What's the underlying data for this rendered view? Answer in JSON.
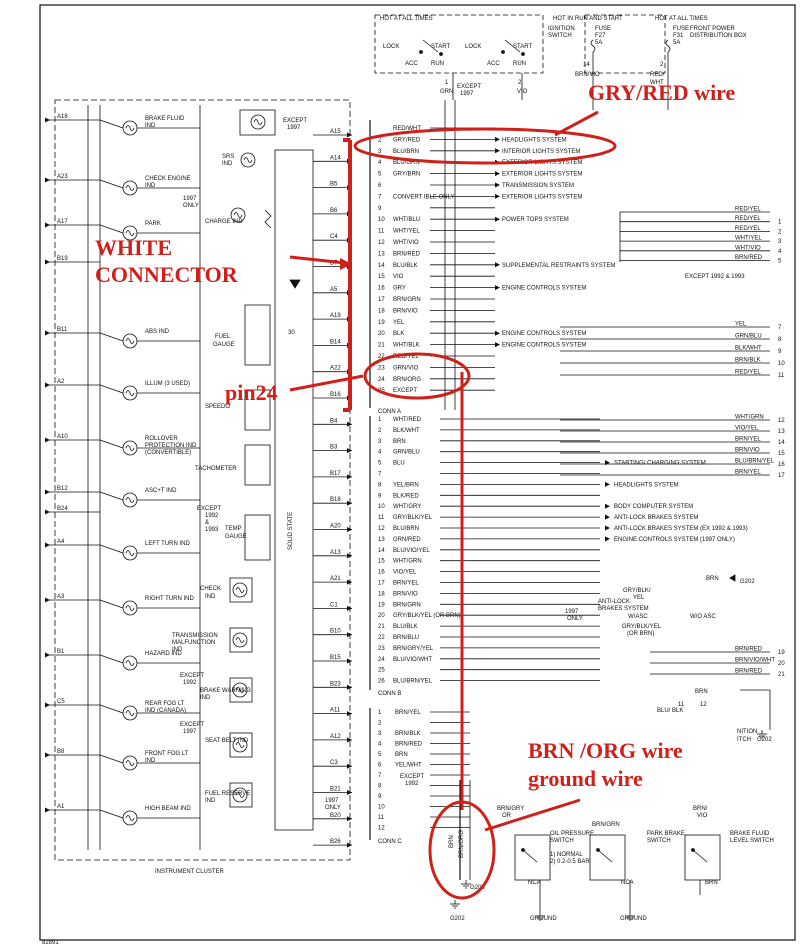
{
  "annotations": {
    "gry_red": "GRY/RED wire",
    "white_connector_1": "WHITE",
    "white_connector_2": "CONNECTOR",
    "pin24": "pin24",
    "brn_org": "BRN /ORG wire",
    "ground": "ground wire"
  },
  "top": {
    "hot_all_times_1": "HOT AT ALL TIMES",
    "hot_run_start": "HOT IN RUN AND START",
    "hot_all_times_2": "HOT AT ALL TIMES",
    "ignition_switch": "IGNITION SWITCH",
    "front_power_dist": "FRONT POWER DISTRIBUTION BOX",
    "fuse_f27": "FUSE F27 5A",
    "fuse_f31": "FUSE F31 5A",
    "lock": "LOCK",
    "start": "START",
    "acc": "ACC",
    "run": "RUN",
    "grn": "GRN",
    "vio": "VIO",
    "brn_vio": "BRN/VIO",
    "red_wht_top": "RED/WHT",
    "except_1997_top": "EXCEPT 1997",
    "pin1": "1",
    "pin2": "2",
    "pin14": "14",
    "pin2b": "2"
  },
  "left_indicators": [
    {
      "pin": "A18",
      "label": "BRAKE FLUID IND"
    },
    {
      "pin": "A23",
      "label": "CHECK ENGINE IND"
    },
    {
      "pin": "A17",
      "label": "PARK"
    },
    {
      "pin": "B19",
      "label": ""
    },
    {
      "pin": "B11",
      "label": "ABS IND"
    },
    {
      "pin": "A2",
      "label": "ILLUM (3 USED)"
    },
    {
      "pin": "A10",
      "label": "ROLLOVER PROTECTION IND (CONVERTIBLE)"
    },
    {
      "pin": "B12",
      "label": "ASC+T IND"
    },
    {
      "pin": "B24",
      "label": ""
    },
    {
      "pin": "A4",
      "label": "LEFT TURN IND"
    },
    {
      "pin": "A3",
      "label": "RIGHT TURN IND"
    },
    {
      "pin": "B1",
      "label": "HAZARD IND"
    },
    {
      "pin": "C5",
      "label": "REAR FOG LT IND (CANADA)"
    },
    {
      "pin": "B8",
      "label": "FRONT FOG LT IND"
    },
    {
      "pin": "A1",
      "label": "HIGH BEAM IND"
    }
  ],
  "center_labels": {
    "srs_ind": "SRS IND",
    "except_1997": "EXCEPT 1997",
    "only_1997": "1997 ONLY",
    "charge_ind": "CHARGE IND",
    "fuel_gauge": "FUEL GAUGE",
    "speedo": "SPEEDO",
    "tachometer": "TACHOMETER",
    "except_92_93": "EXCEPT 1992 & 1993",
    "temp_gauge": "TEMP GAUGE",
    "solid_state": "SOLID STATE",
    "check_ind": "CHECK IND",
    "trans_malf": "TRANSMISSION MALFUNCTION IND",
    "except_1992": "EXCEPT 1992",
    "brake_warning": "BRAKE WARNING IND",
    "except_1997b": "EXCEPT 1997",
    "seat_belt": "SEAT BELT IND",
    "fuel_reserve": "FUEL RESERVE IND",
    "only_1997b": "1997 ONLY",
    "instrument_cluster": "INSTRUMENT CLUSTER",
    "res30": "30"
  },
  "cluster_pins": [
    "A15",
    "A14",
    "B5",
    "B6",
    "C4",
    "B7",
    "A5",
    "A19",
    "B14",
    "A22",
    "B16",
    "B4",
    "B3",
    "B17",
    "B18",
    "A20",
    "A13",
    "A21",
    "C1",
    "B10",
    "B15",
    "B23",
    "A11",
    "A12",
    "C3",
    "B21",
    "B20",
    "B26"
  ],
  "conn_a": {
    "name": "CONN A",
    "rows": [
      {
        "pin": "",
        "wire": "RED/WHT",
        "dest": ""
      },
      {
        "pin": "2",
        "wire": "GRY/RED",
        "dest": "HEADLIGHTS SYSTEM"
      },
      {
        "pin": "3",
        "wire": "BLU/BRN",
        "dest": "INTERIOR LIGHTS SYSTEM"
      },
      {
        "pin": "4",
        "wire": "BLU/GRN",
        "dest": "EXTERIOR LIGHTS SYSTEM"
      },
      {
        "pin": "5",
        "wire": "GRY/BRN",
        "dest": "EXTERIOR LIGHTS SYSTEM"
      },
      {
        "pin": "6",
        "wire": "",
        "dest": "TRANSMISSION SYSTEM"
      },
      {
        "pin": "7",
        "wire": "CONVERT IBLE ONLY",
        "dest": "EXTERIOR LIGHTS SYSTEM"
      },
      {
        "pin": "9",
        "wire": "",
        "dest": ""
      },
      {
        "pin": "10",
        "wire": "WHT/BLU",
        "dest": "POWER TOPS SYSTEM"
      },
      {
        "pin": "11",
        "wire": "WHT/YEL",
        "dest": ""
      },
      {
        "pin": "12",
        "wire": "WHT/VIO",
        "dest": ""
      },
      {
        "pin": "13",
        "wire": "BRN/RED",
        "dest": ""
      },
      {
        "pin": "14",
        "wire": "BLU/BLK",
        "dest": "SUPPLEMENTAL RESTRAINTS SYSTEM"
      },
      {
        "pin": "15",
        "wire": "VIO",
        "dest": ""
      },
      {
        "pin": "16",
        "wire": "GRY",
        "dest": "ENGINE CONTROLS SYSTEM"
      },
      {
        "pin": "17",
        "wire": "BRN/GRN",
        "dest": ""
      },
      {
        "pin": "18",
        "wire": "BRN/VIO",
        "dest": ""
      },
      {
        "pin": "19",
        "wire": "YEL",
        "dest": ""
      },
      {
        "pin": "20",
        "wire": "BLK",
        "dest": "ENGINE CONTROLS SYSTEM"
      },
      {
        "pin": "21",
        "wire": "WHT/BLK",
        "dest": "ENGINE CONTROLS SYSTEM"
      },
      {
        "pin": "22",
        "wire": "RED/YEL",
        "dest": ""
      },
      {
        "pin": "23",
        "wire": "GRN/VIO",
        "dest": ""
      },
      {
        "pin": "24",
        "wire": "BRN/ORG",
        "dest": ""
      },
      {
        "pin": "25",
        "wire": "EXCEPT",
        "dest": ""
      }
    ]
  },
  "conn_b": {
    "name": "CONN B",
    "rows": [
      {
        "pin": "1",
        "wire": "WHT/RED",
        "dest": ""
      },
      {
        "pin": "2",
        "wire": "BLK/WHT",
        "dest": ""
      },
      {
        "pin": "3",
        "wire": "BRN",
        "dest": ""
      },
      {
        "pin": "4",
        "wire": "GRN/BLU",
        "dest": ""
      },
      {
        "pin": "5",
        "wire": "BLU",
        "dest": "STARTING/ CHARGING SYSTEM"
      },
      {
        "pin": "7",
        "wire": "",
        "dest": ""
      },
      {
        "pin": "8",
        "wire": "YEL/BRN",
        "dest": "HEADLIGHTS SYSTEM"
      },
      {
        "pin": "9",
        "wire": "BLK/RED",
        "dest": ""
      },
      {
        "pin": "10",
        "wire": "WHT/GRY",
        "dest": "BODY COMPUTER SYSTEM"
      },
      {
        "pin": "11",
        "wire": "GRY/BLK/YEL",
        "dest": "ANTI-LOCK BRAKES SYSTEM"
      },
      {
        "pin": "12",
        "wire": "BLU/BRN",
        "dest": "ANTI-LOCK BRAKES SYSTEM (EX 1992 & 1993)"
      },
      {
        "pin": "13",
        "wire": "GRN/RED",
        "dest": "ENGINE CONTROLS SYSTEM (1997 ONLY)"
      },
      {
        "pin": "14",
        "wire": "BLU/VIO/YEL",
        "dest": ""
      },
      {
        "pin": "15",
        "wire": "WHT/GRN",
        "dest": ""
      },
      {
        "pin": "16",
        "wire": "VIO/YEL",
        "dest": ""
      },
      {
        "pin": "17",
        "wire": "BRN/YEL",
        "dest": ""
      },
      {
        "pin": "18",
        "wire": "BRN/VIO",
        "dest": ""
      },
      {
        "pin": "19",
        "wire": "BRN/GRN",
        "dest": ""
      },
      {
        "pin": "20",
        "wire": "GRY/BLK/YEL (OR BRN)",
        "dest": ""
      },
      {
        "pin": "21",
        "wire": "BLU/BLK",
        "dest": ""
      },
      {
        "pin": "22",
        "wire": "BRN/BLU",
        "dest": ""
      },
      {
        "pin": "23",
        "wire": "BRN/GRY/YEL",
        "dest": ""
      },
      {
        "pin": "24",
        "wire": "BLU/VIO/WHT",
        "dest": ""
      },
      {
        "pin": "25",
        "wire": "",
        "dest": ""
      },
      {
        "pin": "26",
        "wire": "BLU/BRN/YEL",
        "dest": ""
      }
    ]
  },
  "conn_c": {
    "name": "CONN C",
    "rows": [
      {
        "pin": "1",
        "wire": "BRN/YEL"
      },
      {
        "pin": "2",
        "wire": ""
      },
      {
        "pin": "3",
        "wire": "BRN/BLK"
      },
      {
        "pin": "4",
        "wire": "BRN/RED"
      },
      {
        "pin": "5",
        "wire": "BRN"
      },
      {
        "pin": "6",
        "wire": "YEL/WHT"
      },
      {
        "pin": "7",
        "wire": ""
      },
      {
        "pin": "8",
        "wire": ""
      },
      {
        "pin": "9",
        "wire": ""
      },
      {
        "pin": "10",
        "wire": ""
      },
      {
        "pin": "11",
        "wire": ""
      },
      {
        "pin": "12",
        "wire": ""
      }
    ]
  },
  "right_wires_a": [
    {
      "wire": "RED/YEL",
      "pin": ""
    },
    {
      "wire": "RED/YEL",
      "pin": "1"
    },
    {
      "wire": "RED/YEL",
      "pin": "2"
    },
    {
      "wire": "WHT/YEL",
      "pin": "3"
    },
    {
      "wire": "WHT/VIO",
      "pin": "4"
    },
    {
      "wire": "BRN/RED",
      "pin": "5"
    }
  ],
  "right_wires_a2": [
    {
      "wire": "YEL",
      "pin": "7"
    },
    {
      "wire": "GRN/BLU",
      "pin": "8"
    },
    {
      "wire": "BLK/WHT",
      "pin": "9"
    },
    {
      "wire": "BRN/BLK",
      "pin": "10"
    },
    {
      "wire": "RED/YEL",
      "pin": "11"
    }
  ],
  "right_wires_b": [
    {
      "wire": "WHT/GRN",
      "pin": "12"
    },
    {
      "wire": "VIO/YEL",
      "pin": "13"
    },
    {
      "wire": "BRN/YEL",
      "pin": "14"
    },
    {
      "wire": "BRN/VIO",
      "pin": "15"
    },
    {
      "wire": "BLU/BRN/YEL",
      "pin": "16"
    },
    {
      "wire": "BRN/YEL",
      "pin": "17"
    }
  ],
  "right_wires_b2": [
    {
      "wire": "BRN/RED",
      "pin": "19"
    },
    {
      "wire": "BRN/VIO/WHT",
      "pin": "20"
    },
    {
      "wire": "BRN/RED",
      "pin": "21"
    }
  ],
  "bottom": {
    "except_92_93_right": "EXCEPT 1992 & 1993",
    "except_1992_b": "EXCEPT 1992",
    "only_1997_c": "1997 ONLY",
    "antilock": "ANTI-LOCK BRAKES SYSTEM",
    "w_asc": "W/ASC",
    "wo_asc": "W/O ASC",
    "gry_blk_yel": "GRY/BLK/ YEL",
    "gry_blk_yel_brn": "GRY/BLK/YEL (OR BRN)",
    "brn_g202": "BRN",
    "g202_top": "G202",
    "blu_blk": "BLU/ BLK",
    "ignition_switch": "NITION ITCH",
    "g202_right": "G202",
    "brn_11": "BRN",
    "pin11": "11",
    "pin12": "12",
    "oil_pressure": "OIL PRESSURE SWITCH",
    "oil_note": "1) NORMAL 2) 0.2-0.5 BAR",
    "park_brake": "PARK BRAKE SWITCH",
    "brake_fluid_sw": "BRAKE FLUID LEVEL SWITCH",
    "brn_gry_or": "BRN/GRY OR",
    "brn_grn": "BRN/GRN",
    "brn_vio": "BRN/ VIO",
    "brn": "BRN",
    "brn_org": "BRN/ORG",
    "brn_c": "BRN",
    "nca": "NCA",
    "nca2": "NCA",
    "brn_b": "BRN",
    "ground": "GROUND",
    "ground2": "GROUND",
    "g203": "G203",
    "g202_bottom": "G202",
    "fig_num": "82891"
  },
  "colors": {
    "annotation": "#d0201a",
    "ink": "#111111"
  }
}
